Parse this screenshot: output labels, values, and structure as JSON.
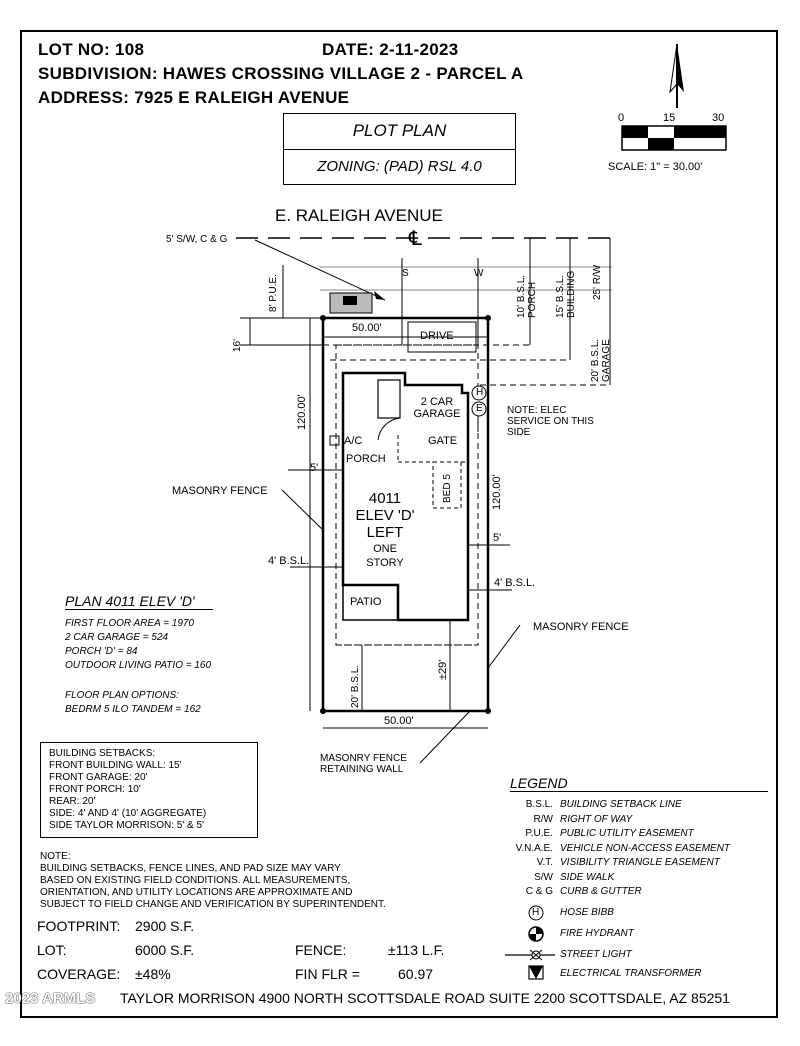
{
  "header": {
    "lot": "LOT NO: 108",
    "date": "DATE: 2-11-2023",
    "subdivision": "SUBDIVISION: HAWES CROSSING VILLAGE 2 - PARCEL A",
    "address": "ADDRESS: 7925 E RALEIGH AVENUE"
  },
  "title_block": {
    "title": "PLOT PLAN",
    "zoning": "ZONING: (PAD) RSL 4.0"
  },
  "scale_bar": {
    "tick0": "0",
    "tick1": "15",
    "tick2": "30",
    "scale": "SCALE: 1\" = 30.00'"
  },
  "street": {
    "name": "E.   RALEIGH   AVENUE",
    "centerline": "℄"
  },
  "labels": {
    "sw": "5' S/W, C & G",
    "pue": "8' P.U.E.",
    "porch_bsl": "10' B.S.L. PORCH",
    "bldg_bsl": "15' B.S.L. BUILDING",
    "rw": "25' R/W",
    "garage_bsl": "20' B.S.L. GARAGE",
    "sixteen": "16'",
    "front_width": "50.00'",
    "drive": "DRIVE",
    "left_depth": "120.00'",
    "right_depth": "120.00'",
    "garage": "2 CAR GARAGE",
    "ac": "A/C",
    "porch": "PORCH",
    "gate": "GATE",
    "bed5": "BED 5",
    "note_elec": "NOTE: ELEC SERVICE ON THIS SIDE",
    "house_plan": "4011",
    "house_elev": "ELEV 'D'",
    "house_hand": "LEFT",
    "house_story1": "ONE",
    "house_story2": "STORY",
    "five_left": "5'",
    "five_right": "5'",
    "bsl_left": "4' B.S.L.",
    "bsl_right": "4' B.S.L.",
    "patio": "PATIO",
    "masonry_left": "MASONRY FENCE",
    "masonry_right": "MASONRY FENCE",
    "rear_29": "±29'",
    "rear_bsl": "20' B.S.L.",
    "rear_width": "50.00'",
    "masonry_rear": "MASONRY FENCE RETAINING WALL",
    "hose_h": "H",
    "elec_e": "E",
    "s_mark": "S",
    "w_mark": "W"
  },
  "plan_info": {
    "title": "PLAN 4011 ELEV 'D'",
    "lines": [
      "FIRST FLOOR AREA = 1970",
      "2 CAR GARAGE = 524",
      "PORCH 'D' = 84",
      "OUTDOOR LIVING PATIO = 160"
    ],
    "options_title": "FLOOR PLAN OPTIONS:",
    "options": [
      "BEDRM 5 ILO TANDEM = 162"
    ]
  },
  "setbacks": {
    "lines": [
      "BUILDING SETBACKS:",
      "FRONT BUILDING WALL: 15'",
      "FRONT GARAGE: 20'",
      "FRONT PORCH: 10'",
      "REAR: 20'",
      "SIDE: 4' AND 4' (10' AGGREGATE)",
      "SIDE TAYLOR MORRISON: 5' & 5'"
    ]
  },
  "note": {
    "lines": [
      "NOTE:",
      "BUILDING SETBACKS, FENCE LINES, AND PAD SIZE MAY VARY",
      "BASED ON EXISTING FIELD CONDITIONS.  ALL MEASUREMENTS,",
      "ORIENTATION, AND UTILITY LOCATIONS ARE APPROXIMATE AND",
      "SUBJECT TO FIELD CHANGE AND VERIFICATION BY SUPERINTENDENT."
    ]
  },
  "stats": {
    "footprint_label": "FOOTPRINT:",
    "footprint_value": "2900 S.F.",
    "lot_label": "LOT:",
    "lot_value": "6000 S.F.",
    "coverage_label": "COVERAGE:",
    "coverage_value": "±48%",
    "fence_label": "FENCE:",
    "fence_value": "±113 L.F.",
    "finflr_label": "FIN FLR =",
    "finflr_value": "60.97"
  },
  "legend": {
    "title": "LEGEND",
    "items": [
      {
        "abbr": "B.S.L.",
        "text": "BUILDING SETBACK LINE"
      },
      {
        "abbr": "R/W",
        "text": "RIGHT OF WAY"
      },
      {
        "abbr": "P.U.E.",
        "text": "PUBLIC UTILITY EASEMENT"
      },
      {
        "abbr": "V.N.A.E.",
        "text": "VEHICLE NON-ACCESS EASEMENT"
      },
      {
        "abbr": "V.T.",
        "text": "VISIBILITY TRIANGLE EASEMENT"
      },
      {
        "abbr": "S/W",
        "text": "SIDE WALK"
      },
      {
        "abbr": "C & G",
        "text": "CURB & GUTTER"
      }
    ],
    "symbols": [
      {
        "icon": "hose-bibb-icon",
        "text": "HOSE BIBB",
        "glyph": "H"
      },
      {
        "icon": "fire-hydrant-icon",
        "text": "FIRE HYDRANT"
      },
      {
        "icon": "street-light-icon",
        "text": "STREET LIGHT"
      },
      {
        "icon": "electrical-transformer-icon",
        "text": "ELECTRICAL TRANSFORMER"
      }
    ]
  },
  "footer": {
    "company": "TAYLOR MORRISON 4900 NORTH SCOTTSDALE ROAD SUITE 2200 SCOTTSDALE, AZ  85251",
    "watermark": "2023 ARMLS"
  }
}
